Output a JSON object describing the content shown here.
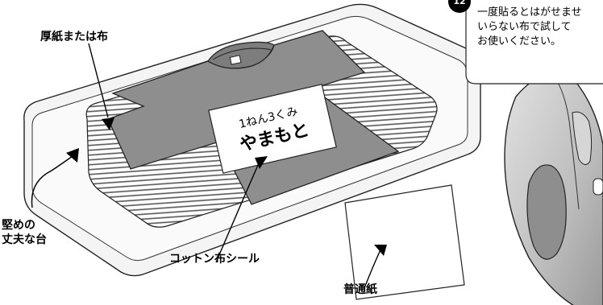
{
  "labels": {
    "thick_paper": "厚紙または布",
    "sturdy_stand_line1": "堅めの",
    "sturdy_stand_line2": "丈夫な台",
    "cotton_seal": "コットン布シール",
    "plain_paper": "普通紙"
  },
  "tshirt_label": {
    "line1": "1ねん3くみ",
    "line2": "やまもと"
  },
  "note": {
    "number": "12",
    "lines": [
      "一度貼るとはがせませ",
      "いらない布で試して",
      "お使いください。"
    ]
  },
  "colors": {
    "tshirt": "#8e8e8e",
    "board": "#f1f1f1",
    "hatch": "#555555",
    "iron": "#c6c6c6"
  }
}
